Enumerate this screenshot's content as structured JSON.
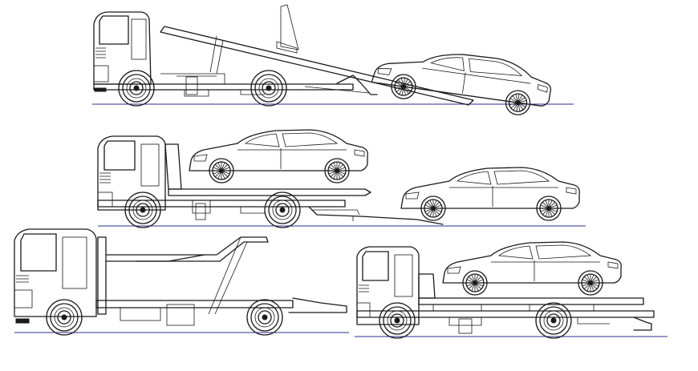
{
  "drawing": {
    "kind": "cad-elevation-sheet",
    "line_color": "#1a1a1a",
    "ground_line_color": "#2a2f8f",
    "background": "#ffffff"
  },
  "views": [
    {
      "id": "tilt-deck-loading",
      "car_on_deck": false,
      "car_on_ramp": true
    },
    {
      "id": "car-on-deck-second-car-on-lift",
      "car_on_deck": true,
      "car_on_ramp": true
    },
    {
      "id": "empty-two-level-carrier",
      "car_on_deck": false,
      "car_on_ramp": false
    },
    {
      "id": "flatbed-loaded",
      "car_on_deck": true,
      "car_on_ramp": false
    }
  ]
}
